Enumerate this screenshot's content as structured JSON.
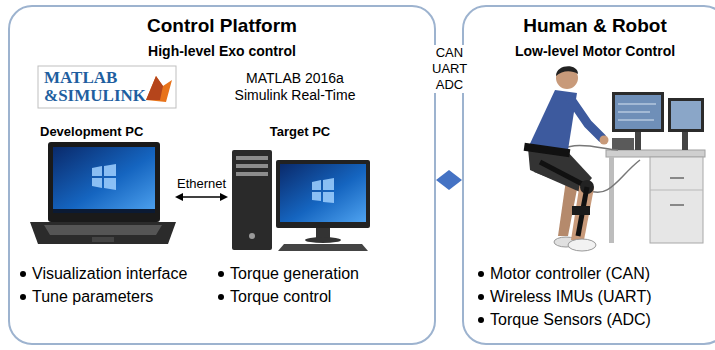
{
  "diagram": {
    "nodes": [
      {
        "text": [
          "Control Platform",
          "High-level Exo control"
        ]
      },
      {
        "text": [
          "Development PC"
        ],
        "in": 0
      },
      {
        "text": [
          "Target PC"
        ],
        "in": 0
      },
      {
        "text": [
          "Human & Robot",
          "Low-level Motor Control"
        ]
      }
    ],
    "edges": [
      {
        "from": 1,
        "to": 2,
        "arrow": "both",
        "label": "Ethernet"
      },
      {
        "from": 0,
        "to": 3,
        "arrow": "both",
        "label": "CAN UART ADC"
      }
    ],
    "labels": [
      "MATLAB &SIMULINK",
      "MATLAB 2016a Simulink Real-Time",
      "Visualization interface",
      "Tune parameters",
      "Torque generation",
      "Torque control",
      "Motor controller (CAN)",
      "Wireless IMUs (UART)",
      "Torque Sensors (ADC)"
    ]
  }
}
